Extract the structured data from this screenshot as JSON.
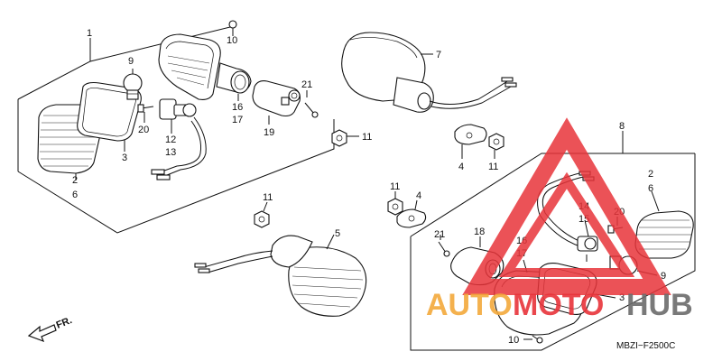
{
  "diagram": {
    "code": "MBZI−F2500C",
    "direction_label": "FR.",
    "callouts": {
      "c1": "1",
      "c2a": "2",
      "c6a": "6",
      "c3a": "3",
      "c9a": "9",
      "c20a": "20",
      "c12": "12",
      "c13": "13",
      "c10a": "10",
      "c16a": "16",
      "c17a": "17",
      "c19": "19",
      "c21a": "21",
      "c7": "7",
      "c11a": "11",
      "c4a": "4",
      "c11b": "11",
      "c8": "8",
      "c11c": "11",
      "c4b": "4",
      "c11d": "11",
      "c5": "5",
      "c2b": "2",
      "c6b": "6",
      "c14": "14",
      "c15": "15",
      "c20b": "20",
      "c21b": "21",
      "c18": "18",
      "c16b": "16",
      "c17b": "17",
      "c3b": "3",
      "c9b": "9",
      "c10b": "10"
    }
  },
  "watermark": {
    "part1": "AUTO",
    "part2": "MOTO",
    "part3": "HUB",
    "color_red": "#e8343a",
    "color_orange": "#f3a93b",
    "color_gray": "#6b6b6b"
  }
}
